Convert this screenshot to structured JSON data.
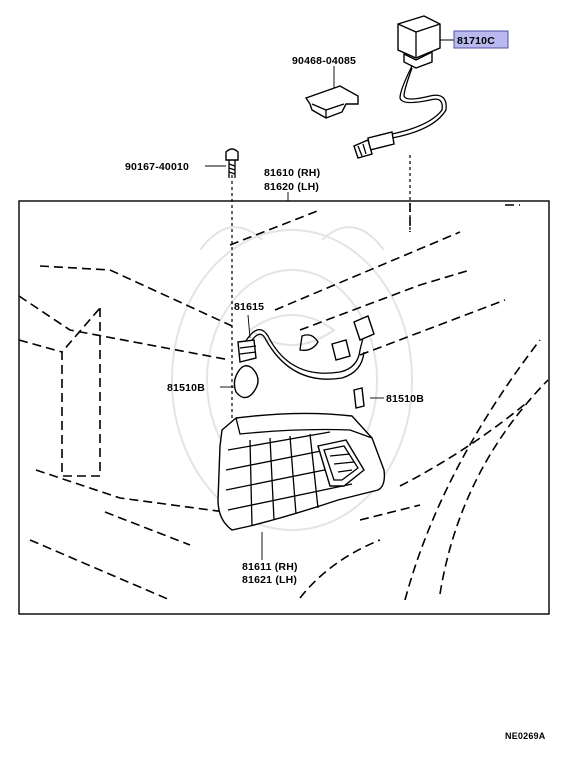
{
  "diagram": {
    "labels": {
      "p81710c": "81710C",
      "p90468": "90468-04085",
      "p90167": "90167-40010",
      "p81610": "81610 (RH)",
      "p81620": "81620 (LH)",
      "p81615": "81615",
      "p81510b_left": "81510B",
      "p81510b_right": "81510B",
      "p81611": "81611 (RH)",
      "p81621": "81621 (LH)",
      "code": "NE0269A"
    },
    "colors": {
      "highlight_fill": "#b9b9f0",
      "highlight_border": "#5050a0",
      "line": "#000000",
      "watermark": "#e4e4e4"
    }
  }
}
